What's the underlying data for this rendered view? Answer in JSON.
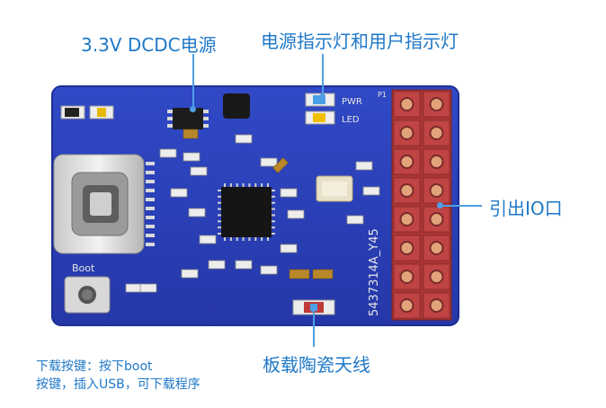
{
  "labels": {
    "dcdc": "3.3V DCDC电源",
    "indicator": "电源指示灯和用户指示灯",
    "io": "引出IO口",
    "boot": "下载按键：按下boot\n按键，插入USB，可下载程序",
    "antenna": "板载陶瓷天线"
  },
  "board": {
    "silk_boot": "Boot",
    "silk_pwr": "PWR",
    "silk_led": "LED",
    "silk_p1": "P1",
    "silk_serial": "5437314A_Y45"
  },
  "colors": {
    "pcb": "#2a3fb8",
    "pcb_edge": "#1d2f93",
    "label_blue": "#1f78c8",
    "header": "#b83a3a"
  },
  "header_pins": {
    "rows": 8,
    "cols": 2
  }
}
